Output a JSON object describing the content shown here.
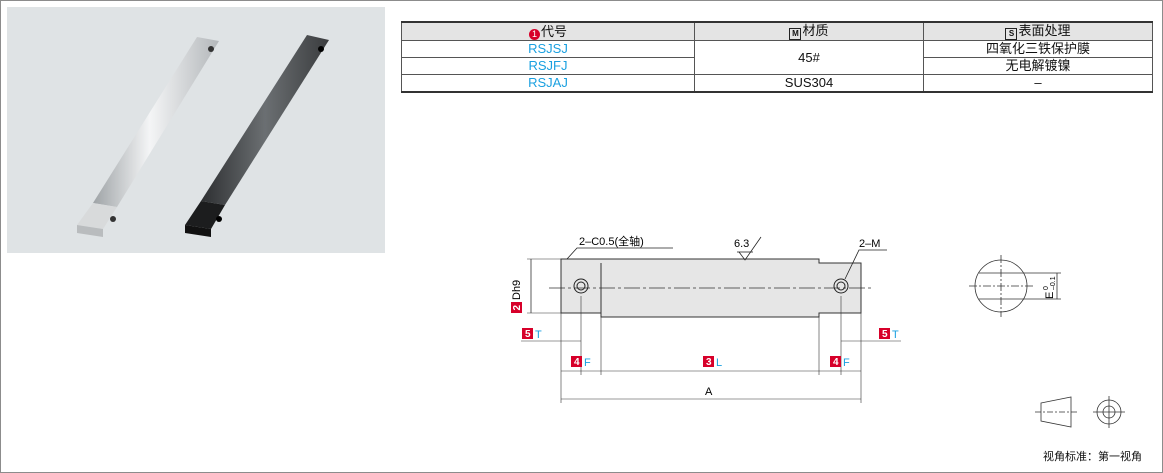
{
  "table": {
    "headers": [
      {
        "mark": "1",
        "label": "代号"
      },
      {
        "mark": "M",
        "label": "材质"
      },
      {
        "mark": "S",
        "label": "表面处理"
      }
    ],
    "rows": [
      {
        "code": "RSJSJ",
        "material": "45#",
        "treatment": "四氧化三铁保护膜"
      },
      {
        "code": "RSJFJ",
        "material": "45#",
        "treatment": "无电解镀镍"
      },
      {
        "code": "RSJAJ",
        "material": "SUS304",
        "treatment": "–"
      }
    ]
  },
  "drawing": {
    "chamfer_label": "2–C0.5(全轴)",
    "roughness_label": "6.3",
    "hole_label": "2–M",
    "dia_mark": "2",
    "dia_label": "Dh9",
    "t_mark": "5",
    "t_label": "T",
    "f_mark": "4",
    "f_label": "F",
    "l_mark": "3",
    "l_label": "L",
    "a_label": "A",
    "e_label": "E",
    "e_tol_upper": "0",
    "e_tol_lower": "–0.1"
  },
  "caption": "视角标准：第一视角",
  "colors": {
    "accent_blue": "#1aa0e0",
    "mark_red": "#d7002a"
  }
}
